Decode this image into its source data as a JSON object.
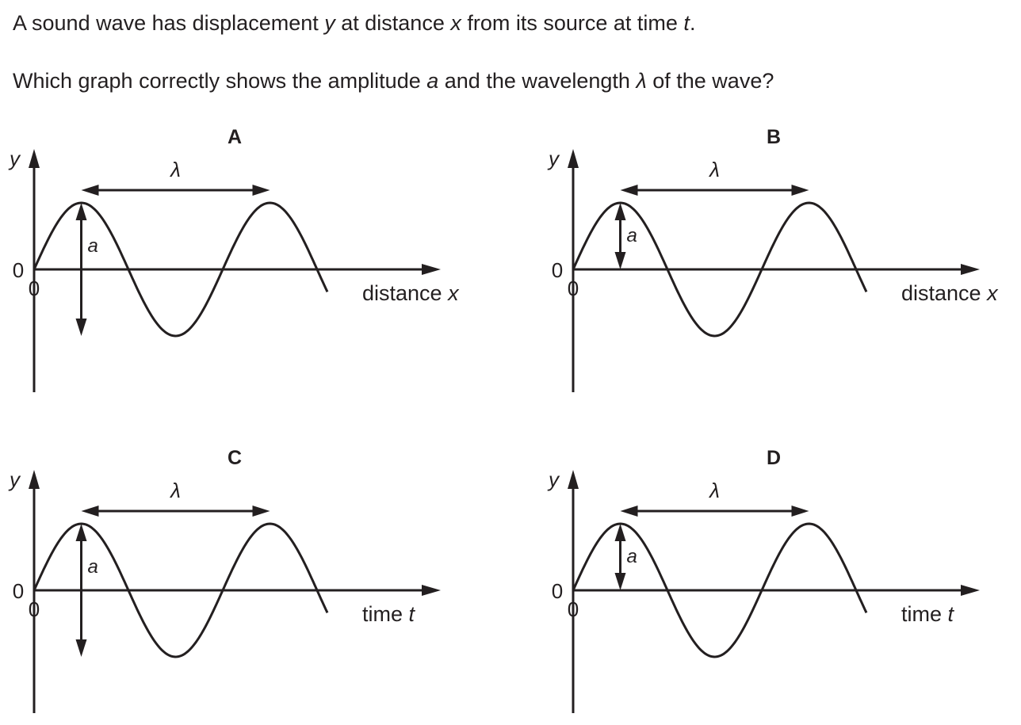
{
  "question": {
    "line1": {
      "p1": "A sound wave has displacement ",
      "y": "y",
      "p2": " at distance ",
      "x": "x",
      "p3": " from its source at time ",
      "t": "t",
      "p4": "."
    },
    "line2": {
      "p1": "Which graph correctly shows the amplitude ",
      "a": "a",
      "p2": " and the wavelength ",
      "lambda": "λ",
      "p3": " of the wave?"
    }
  },
  "graphs": [
    {
      "letter": "A",
      "y_label": "y",
      "origin_y": "0",
      "origin_x": "0",
      "x_label": "distance",
      "x_var": "x",
      "wavelength_label": "λ",
      "amplitude_label": "a",
      "amplitude_style": "peak-to-trough"
    },
    {
      "letter": "B",
      "y_label": "y",
      "origin_y": "0",
      "origin_x": "0",
      "x_label": "distance",
      "x_var": "x",
      "wavelength_label": "λ",
      "amplitude_label": "a",
      "amplitude_style": "axis-to-peak"
    },
    {
      "letter": "C",
      "y_label": "y",
      "origin_y": "0",
      "origin_x": "0",
      "x_label": "time",
      "x_var": "t",
      "wavelength_label": "λ",
      "amplitude_label": "a",
      "amplitude_style": "peak-to-trough"
    },
    {
      "letter": "D",
      "y_label": "y",
      "origin_y": "0",
      "origin_x": "0",
      "x_label": "time",
      "x_var": "t",
      "wavelength_label": "λ",
      "amplitude_label": "a",
      "amplitude_style": "axis-to-peak"
    }
  ]
}
